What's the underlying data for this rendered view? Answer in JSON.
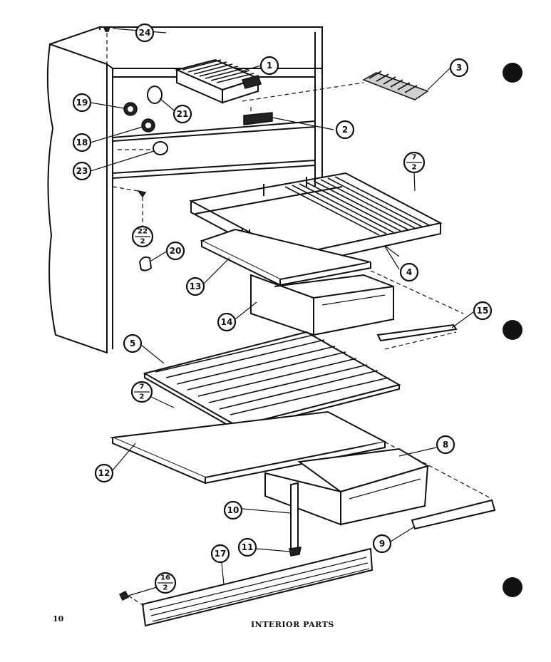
{
  "page_number": "10",
  "caption": "INTERIOR PARTS",
  "callouts": {
    "c1": "1",
    "c2": "2",
    "c3": "3",
    "c4": "4",
    "c5": "5",
    "c8": "8",
    "c9": "9",
    "c10": "10",
    "c11": "11",
    "c12": "12",
    "c13": "13",
    "c14": "14",
    "c15": "15",
    "c17": "17",
    "c18": "18",
    "c19": "19",
    "c20": "20",
    "c21": "21",
    "c23": "23",
    "c24": "24"
  },
  "fractions": {
    "f7a": {
      "top": "7",
      "bottom": "2"
    },
    "f22": {
      "top": "22",
      "bottom": "2"
    },
    "f7b": {
      "top": "7",
      "bottom": "2"
    },
    "f16": {
      "top": "16",
      "bottom": "2"
    }
  }
}
